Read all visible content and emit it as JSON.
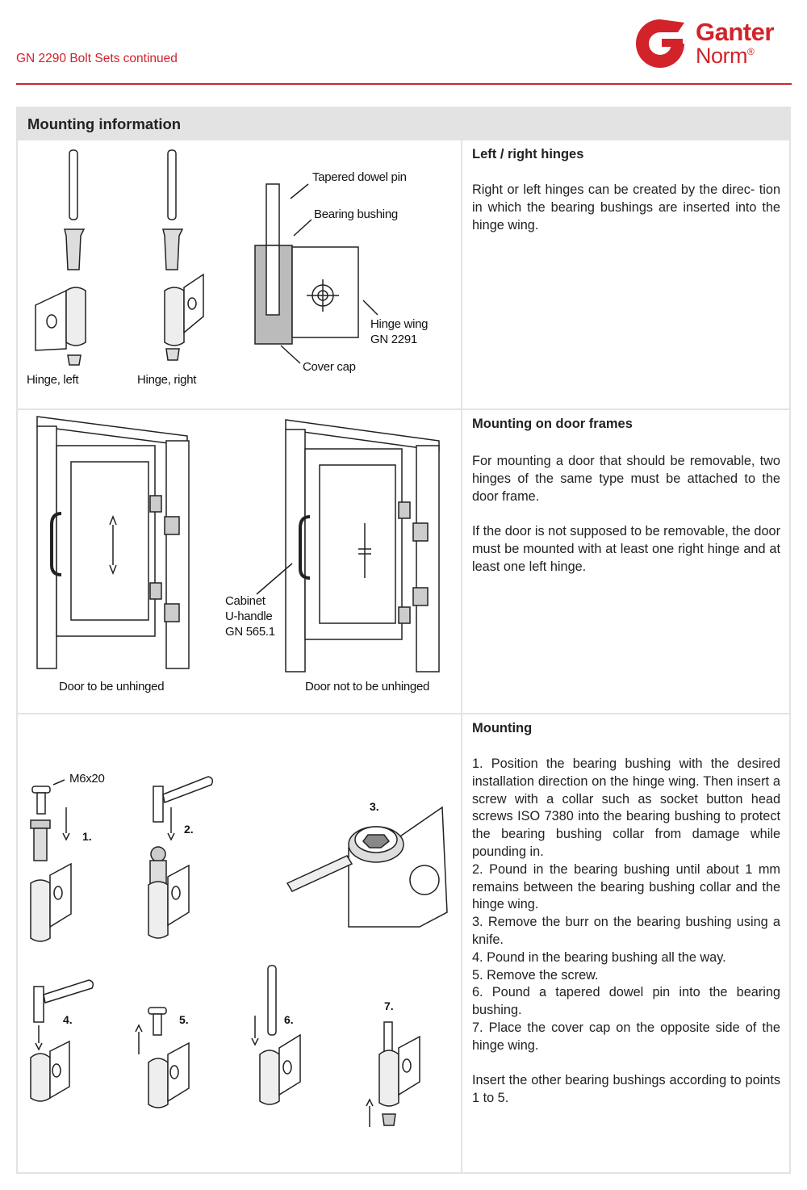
{
  "header": {
    "title": "GN 2290 Bolt Sets continued",
    "logo_line1": "Ganter",
    "logo_line2": "Norm",
    "logo_mark": "®",
    "accent": "#d2232a"
  },
  "section": {
    "title": "Mounting information"
  },
  "hinges": {
    "title": "Left / right hinges",
    "text": "Right or left hinges can be created by the direc- tion in which the bearing bushings are inserted into the hinge wing.",
    "labels": {
      "hinge_left": "Hinge, left",
      "hinge_right": "Hinge, right",
      "dowel_pin": "Tapered dowel pin",
      "bearing_bushing": "Bearing bushing",
      "hinge_wing": "Hinge wing",
      "hinge_wing_code": "GN 2291",
      "cover_cap": "Cover cap"
    }
  },
  "door_frames": {
    "title": "Mounting on door frames",
    "para1": "For mounting a door that should be removable, two hinges of the same type must be attached to the door frame.",
    "para2": "If the door is not supposed to be removable, the door must be mounted with at least one right hinge and at least one left hinge.",
    "labels": {
      "handle_1": "Cabinet",
      "handle_2": "U-handle",
      "handle_3": "GN 565.1",
      "door_unhinged": "Door to be unhinged",
      "door_not_unhinged": "Door not to be unhinged"
    }
  },
  "mounting": {
    "title": "Mounting",
    "steps": [
      "1. Position the bearing bushing with the desired installation direction on the hinge wing. Then insert a screw with a collar such as socket button head screws  ISO 7380 into the bearing bushing to protect the bearing bushing collar from damage while pounding in.",
      "2. Pound in the bearing bushing until about 1 mm remains between the bearing bushing collar and the hinge wing.",
      "3. Remove the burr on the bearing bushing using a knife.",
      "4. Pound in the bearing bushing all the way.",
      "5. Remove the screw.",
      "6. Pound a tapered dowel pin into the bearing bushing.",
      "7. Place the cover cap on the opposite side of the hinge wing."
    ],
    "closing": "Insert the other bearing bushings according to points 1 to 5.",
    "labels": {
      "screw": "M6x20",
      "s1": "1.",
      "s2": "2.",
      "s3": "3.",
      "s4": "4.",
      "s5": "5.",
      "s6": "6.",
      "s7": "7."
    }
  }
}
